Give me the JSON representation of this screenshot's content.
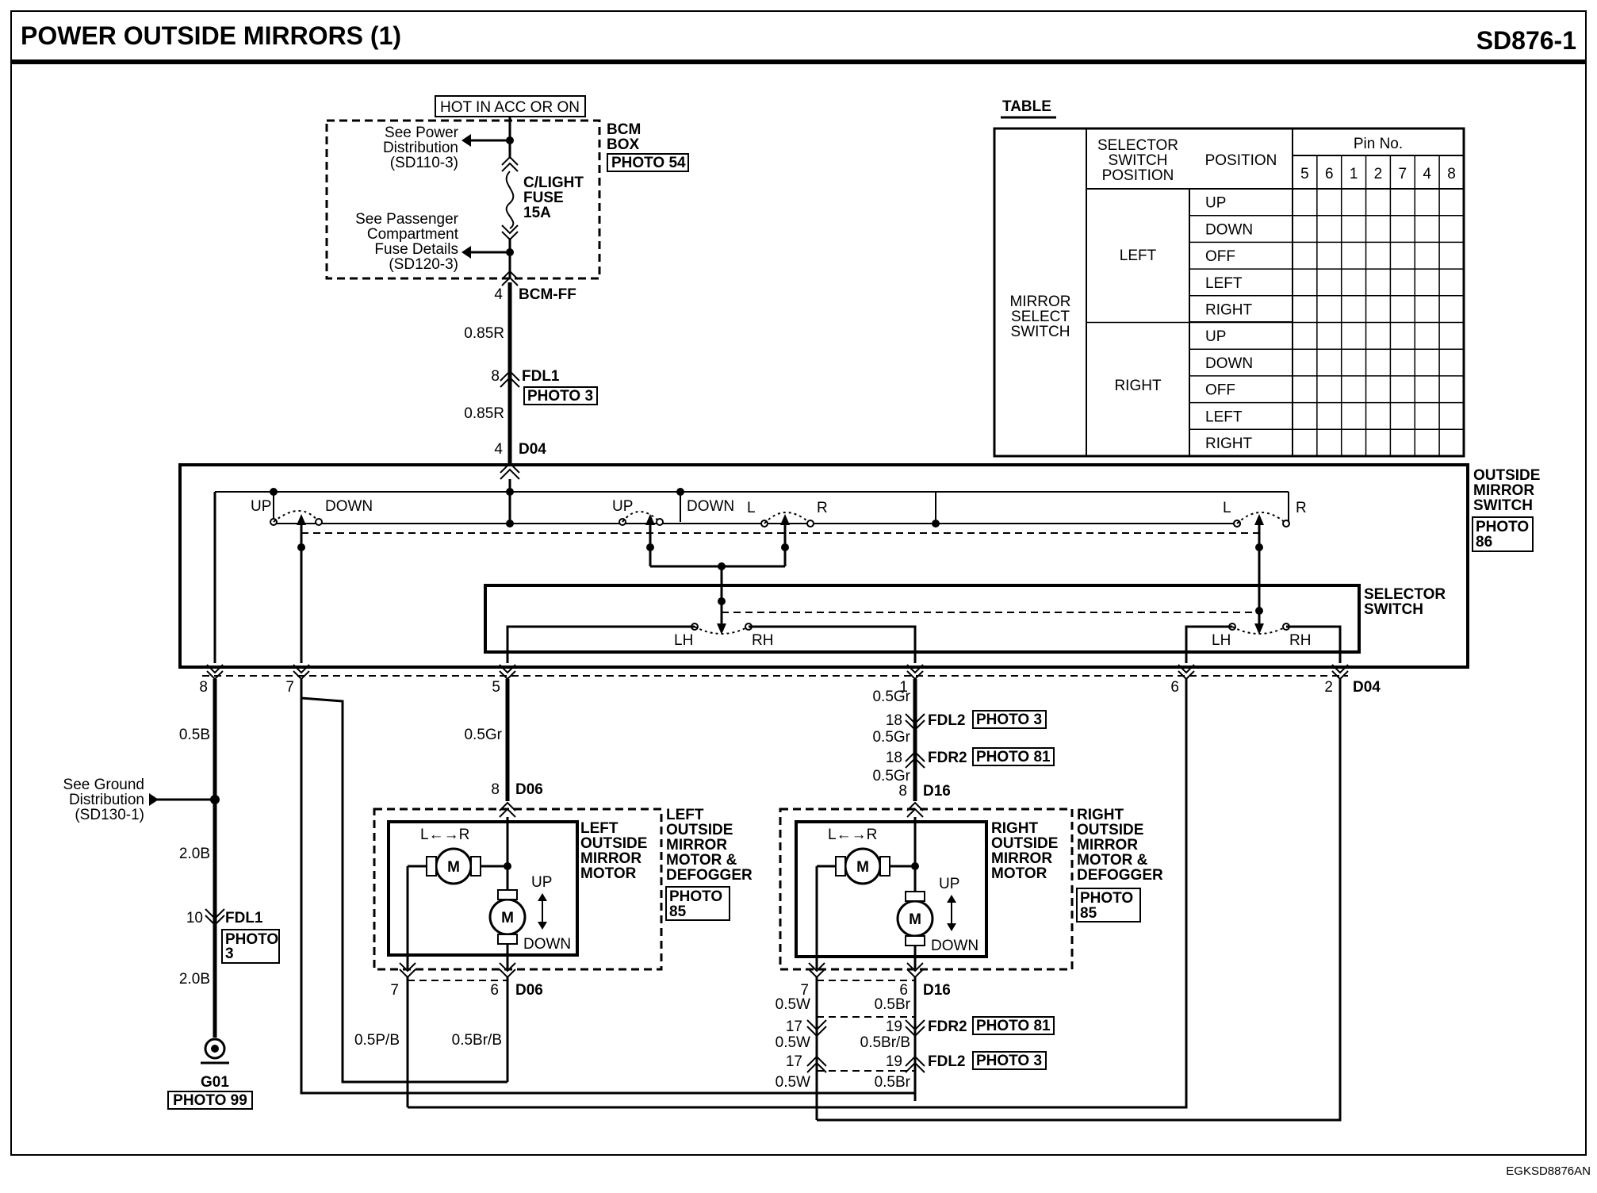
{
  "header": {
    "title": "POWER OUTSIDE MIRRORS (1)",
    "code": "SD876-1"
  },
  "footer": {
    "code": "EGKSD8876AN"
  },
  "power": {
    "source": "HOT IN ACC OR ON",
    "bcm_box": [
      "BCM",
      "BOX"
    ],
    "bcm_photo": "PHOTO 54",
    "see_power": [
      "See Power",
      "Distribution",
      "(SD110-3)"
    ],
    "fuse": [
      "C/LIGHT",
      "FUSE",
      "15A"
    ],
    "see_passenger": [
      "See Passenger",
      "Compartment",
      "Fuse Details",
      "(SD120-3)"
    ],
    "bcm_ff": "BCM-FF",
    "pin4": "4",
    "wire_085r_a": "0.85R",
    "fdl1_pin": "8",
    "fdl1": "FDL1",
    "fdl1_photo": "PHOTO 3",
    "wire_085r_b": "0.85R",
    "d04_pin": "4",
    "d04": "D04"
  },
  "switch": {
    "outside_label": [
      "OUTSIDE",
      "MIRROR",
      "SWITCH"
    ],
    "outside_photo": [
      "PHOTO",
      "86"
    ],
    "selector_label": [
      "SELECTOR",
      "SWITCH"
    ],
    "up1": "UP",
    "down1": "DOWN",
    "up2": "UP",
    "down2": "DOWN",
    "l1": "L",
    "r1": "R",
    "l2": "L",
    "r2": "R",
    "lh1": "LH",
    "rh1": "RH",
    "lh2": "LH",
    "rh2": "RH",
    "pin8": "8",
    "pin7": "7",
    "pin5": "5",
    "pin1": "1",
    "pin6": "6",
    "pin2": "2",
    "d04": "D04"
  },
  "table": {
    "title": "TABLE",
    "col_selector": [
      "SELECTOR",
      "SWITCH",
      "POSITION"
    ],
    "col_position": "POSITION",
    "col_pin": "Pin No.",
    "pins": [
      "5",
      "6",
      "1",
      "2",
      "7",
      "4",
      "8"
    ],
    "row_group": [
      "MIRROR",
      "SELECT",
      "SWITCH"
    ],
    "left_label": "LEFT",
    "right_label": "RIGHT",
    "rows": [
      "UP",
      "DOWN",
      "OFF",
      "LEFT",
      "RIGHT",
      "UP",
      "DOWN",
      "OFF",
      "LEFT",
      "RIGHT"
    ]
  },
  "ground": {
    "wire_05b": "0.5B",
    "see_ground": [
      "See Ground",
      "Distribution",
      "(SD130-1)"
    ],
    "wire_20b_a": "2.0B",
    "fdl1_pin": "10",
    "fdl1": "FDL1",
    "fdl1_photo": [
      "PHOTO",
      "3"
    ],
    "wire_20b_b": "2.0B",
    "g01": "G01",
    "g01_photo": "PHOTO 99"
  },
  "left_motor": {
    "wire_top": "0.5Gr",
    "pin_top": "8",
    "conn_top": "D06",
    "lr": "L←→R",
    "m": "M",
    "m2": "M",
    "up": "UP",
    "down": "DOWN",
    "name": [
      "LEFT",
      "OUTSIDE",
      "MIRROR",
      "MOTOR"
    ],
    "assembly": [
      "LEFT",
      "OUTSIDE",
      "MIRROR",
      "MOTOR &",
      "DEFOGGER"
    ],
    "photo": [
      "PHOTO",
      "85"
    ],
    "pin7": "7",
    "pin6": "6",
    "conn_bottom": "D06",
    "wire_pb": "0.5P/B",
    "wire_brb": "0.5Br/B"
  },
  "right_motor": {
    "wire1": "0.5Gr",
    "fdl2_pin": "18",
    "fdl2": "FDL2",
    "fdl2_photo": "PHOTO 3",
    "wire2": "0.5Gr",
    "fdr2_pin": "18",
    "fdr2": "FDR2",
    "fdr2_photo": "PHOTO 81",
    "wire3": "0.5Gr",
    "pin_top": "8",
    "conn_top": "D16",
    "lr": "L←→R",
    "m": "M",
    "m2": "M",
    "up": "UP",
    "down": "DOWN",
    "name": [
      "RIGHT",
      "OUTSIDE",
      "MIRROR",
      "MOTOR"
    ],
    "assembly": [
      "RIGHT",
      "OUTSIDE",
      "MIRROR",
      "MOTOR &",
      "DEFOGGER"
    ],
    "photo": [
      "PHOTO",
      "85"
    ],
    "pin7": "7",
    "pin6": "6",
    "conn_bottom": "D16",
    "w1": "0.5W",
    "br1": "0.5Br",
    "p17a": "17",
    "p19a": "19",
    "fdr2b": "FDR2",
    "fdr2b_photo": "PHOTO 81",
    "w2": "0.5W",
    "brb": "0.5Br/B",
    "p17b": "17",
    "p19b": "19",
    "fdl2b": "FDL2",
    "fdl2b_photo": "PHOTO 3",
    "w3": "0.5W",
    "br3": "0.5Br"
  }
}
